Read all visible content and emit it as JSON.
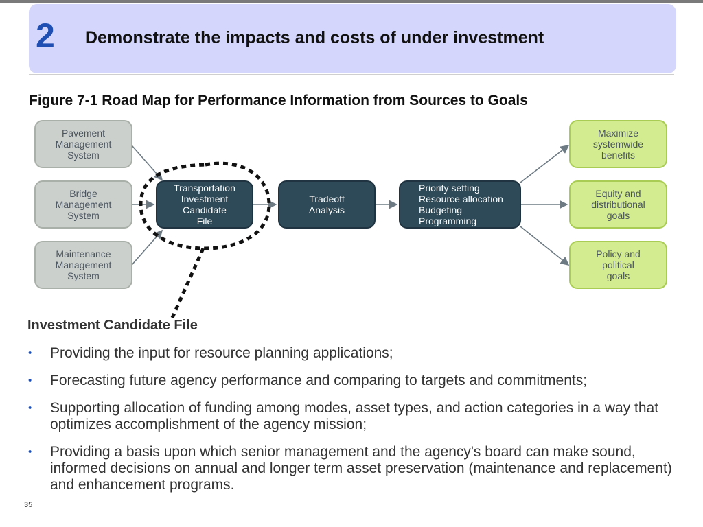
{
  "header": {
    "number": "2",
    "title": "Demonstrate the impacts and costs of under investment"
  },
  "figure": {
    "caption": "Figure 7-1 Road Map for Performance Information from Sources to Goals",
    "sources": [
      [
        "Pavement",
        "Management",
        "System"
      ],
      [
        "Bridge",
        "Management",
        "System"
      ],
      [
        "Maintenance",
        "Management",
        "System"
      ]
    ],
    "process": [
      [
        "Transportation",
        "Investment",
        "Candidate",
        "File"
      ],
      [
        "Tradeoff",
        "Analysis"
      ],
      [
        "Priority setting",
        "Resource allocation",
        "Budgeting",
        "Programming"
      ]
    ],
    "goals": [
      [
        "Maximize",
        "systemwide",
        "benefits"
      ],
      [
        "Equity and",
        "distributional",
        "goals"
      ],
      [
        "Policy and",
        "political",
        "goals"
      ]
    ],
    "colors": {
      "source_fill": "#ccd0cc",
      "process_fill": "#2e4a58",
      "goal_fill": "#d3ec8f",
      "arrow": "#6d7a83"
    }
  },
  "section": {
    "heading": "Investment Candidate File",
    "bullets": [
      "Providing the input for resource planning applications;",
      "Forecasting future agency performance and comparing to targets and commitments;",
      "Supporting allocation of funding among modes, asset types, and action categories in a way that optimizes accomplishment of the agency mission;",
      "Providing a basis upon which senior management and the agency's board can make sound, informed decisions on annual and longer term asset preservation (maintenance and replacement) and enhancement programs."
    ]
  },
  "footer": {
    "page_number": "35"
  }
}
